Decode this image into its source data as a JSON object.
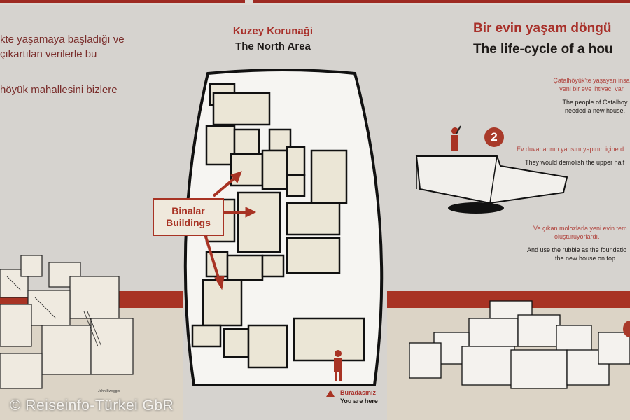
{
  "left_text": {
    "line1": "kte yaşamaya başladığı ve",
    "line2": "çıkartılan verilerle bu",
    "line3": "höyük mahallesini bizlere"
  },
  "map": {
    "title_tr": "Kuzey Korunaği",
    "title_en": "The North Area",
    "label_tr": "Binalar",
    "label_en": "Buildings",
    "here_tr": "Buradasınız",
    "here_en": "You are here"
  },
  "right": {
    "title_tr": "Bir evin yaşam döngü",
    "title_en": "The life-cycle of a hou",
    "p1_tr_a": "Çatalhöyük'te yaşayan insa",
    "p1_tr_b": "yeni bir eve ihtiyacı var",
    "p1_en_a": "The people of Catalhoy",
    "p1_en_b": "needed a new house.",
    "step": "2",
    "p2_tr": "Ev duvarlarının yarısını yapının içine d",
    "p2_en": "They would demolish the upper half",
    "p3_tr_a": "Ve çıkan molozlarla yeni evin tem",
    "p3_tr_b": "oluşturuyorlardı.",
    "p3_en_a": "And use the rubble as the foundatio",
    "p3_en_b": "the new house on top."
  },
  "illustration_credit": "John Swogger",
  "watermark": "© Reiseinfo-Türkei GbR",
  "colors": {
    "accent": "#a83324",
    "background": "#d6d3cf",
    "map_fill": "#ebe6d6"
  }
}
